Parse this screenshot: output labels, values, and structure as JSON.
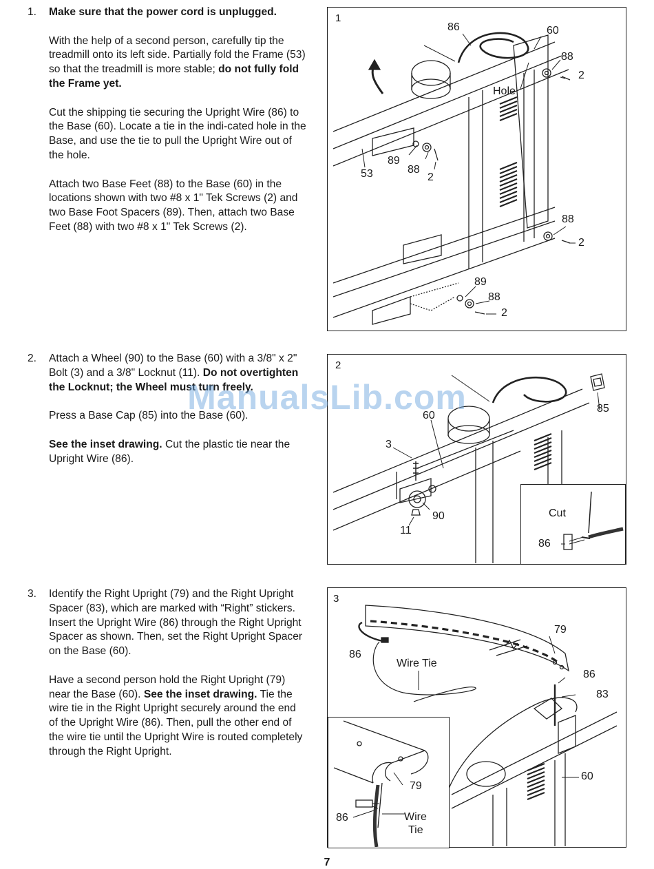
{
  "steps": [
    {
      "number": "1.",
      "p1_bold": "Make sure that the power cord is unplugged.",
      "p2_text": "With the help of a second person, carefully tip the treadmill onto its left side. Partially fold the Frame (53) so that the treadmill is more stable;",
      "p2_bold": "do not fully fold the Frame yet.",
      "p3_text": "Cut the shipping tie securing the Upright Wire (86) to the Base (60). Locate a tie in the indi-cated hole in the Base, and use the tie to pull the Upright Wire out of the hole.",
      "p4_text": "Attach two Base Feet (88) to the Base (60) in the locations shown with two #8 x 1\" Tek Screws (2) and two Base Foot Spacers (89). Then, attach two Base Feet (88) with two #8 x 1\" Tek Screws (2)."
    },
    {
      "number": "2.",
      "p1_text": "Attach a Wheel (90) to the Base (60) with a 3/8\" x 2\" Bolt (3) and a 3/8\" Locknut (11).",
      "p1_bold": "Do not overtighten the Locknut; the Wheel must turn freely.",
      "p2_text": "Press a Base Cap (85) into the Base (60).",
      "p3_bold": "See the inset drawing.",
      "p3_text": "Cut the plastic tie near the Upright Wire (86)."
    },
    {
      "number": "3.",
      "p1_text": "Identify the Right Upright (79) and the Right Upright Spacer (83), which are marked with “Right” stickers. Insert the Upright Wire (86) through the Right Upright Spacer as shown. Then, set the Right Upright Spacer on the Base (60).",
      "p2_text_a": "Have a second person hold the Right Upright (79) near the Base (60).",
      "p2_bold": "See the inset drawing.",
      "p2_text_b": "Tie the wire tie in the Right Upright securely around the end of the Upright Wire (86). Then, pull the other end of the wire tie until the Upright Wire is routed completely through the Right Upright."
    }
  ],
  "figures": [
    {
      "number": "1",
      "labels": {
        "wire": "86",
        "base": "60",
        "foot_top": "88",
        "screw_top": "2",
        "hole": "Hole",
        "spacer": "89",
        "foot_mid": "88",
        "screw_mid": "2",
        "frame": "53",
        "foot_right": "88",
        "screw_right": "2",
        "spacer_bot": "89",
        "foot_bot": "88",
        "screw_bot": "2"
      }
    },
    {
      "number": "2",
      "labels": {
        "base": "60",
        "cap": "85",
        "bolt": "3",
        "wheel": "90",
        "locknut": "11",
        "cut": "Cut",
        "wire": "86"
      }
    },
    {
      "number": "3",
      "labels": {
        "upright": "79",
        "wire_left": "86",
        "wire_tie": "Wire Tie",
        "wire_right": "86",
        "spacer": "83",
        "base": "60",
        "inset_upright": "79",
        "inset_wire": "86",
        "inset_tie_1": "Wire",
        "inset_tie_2": "Tie"
      }
    }
  ],
  "watermark": "ManualsLib.com",
  "page_number": "7"
}
